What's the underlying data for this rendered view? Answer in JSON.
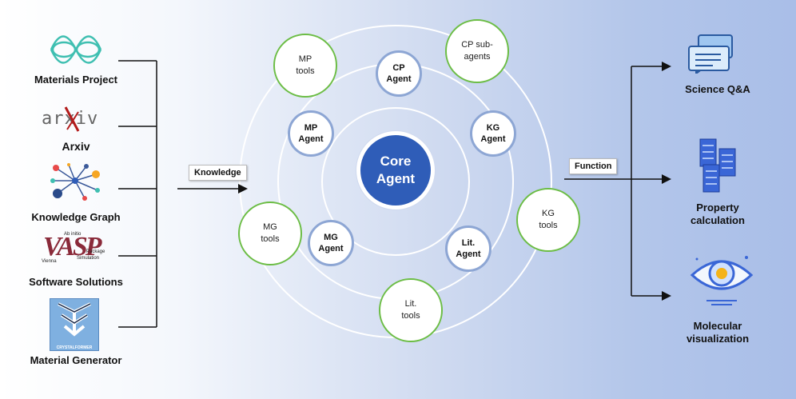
{
  "sources": [
    {
      "label": "Materials Project",
      "icon": "materials-project-logo"
    },
    {
      "label": "Arxiv",
      "icon": "arxiv-logo",
      "logo_text": "arxiv"
    },
    {
      "label": "Knowledge Graph",
      "icon": "knowledge-graph-icon"
    },
    {
      "label": "Software Solutions",
      "icon": "vasp-logo",
      "logo_text": "VASP",
      "logo_words": [
        "Vienna",
        "Ab initio",
        "Simulation",
        "Package"
      ]
    },
    {
      "label": "Material Generator",
      "icon": "crystalformer-logo",
      "logo_text": "CRYSTALFORMER"
    }
  ],
  "knowledge_label": "Knowledge",
  "function_label": "Function",
  "core": {
    "label": "Core\nAgent"
  },
  "agents": [
    {
      "label": "CP\nAgent"
    },
    {
      "label": "MP\nAgent"
    },
    {
      "label": "KG\nAgent"
    },
    {
      "label": "MG\nAgent"
    },
    {
      "label": "Lit.\nAgent"
    }
  ],
  "tools": [
    {
      "label": "MP\ntools"
    },
    {
      "label": "CP sub-\nagents"
    },
    {
      "label": "MG\ntools"
    },
    {
      "label": "KG\ntools"
    },
    {
      "label": "Lit.\ntools"
    }
  ],
  "outputs": [
    {
      "label": "Science Q&A",
      "icon": "chat-bubbles-icon"
    },
    {
      "label": "Property\ncalculation",
      "icon": "server-stack-icon"
    },
    {
      "label": "Molecular\nvisualization",
      "icon": "eye-icon"
    }
  ],
  "colors": {
    "core": "#2f5db8",
    "agent_border": "#8da6d4",
    "tool_border": "#6cbd45",
    "line": "#111111"
  }
}
